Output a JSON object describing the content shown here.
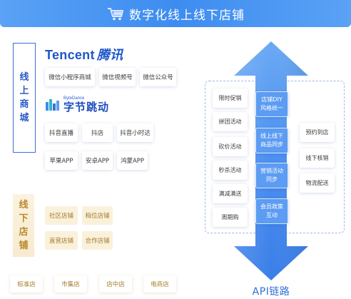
{
  "title": "数字化线上线下店铺",
  "online_label": "线上商城",
  "offline_label": "线下店铺",
  "tencent": {
    "logo_en": "Tencent",
    "logo_cn": "腾讯",
    "items": [
      "微信小程序商城",
      "微信视频号",
      "微信公众号"
    ]
  },
  "bytedance": {
    "logo_en": "ByteDance",
    "logo_cn": "字节跳动",
    "items_row1": [
      "抖音直播",
      "抖店",
      "抖音小时达"
    ],
    "items_row2": [
      "苹果APP",
      "安卓APP",
      "鸿蒙APP"
    ]
  },
  "offline_items": [
    "社区店铺",
    "档位店铺",
    "直营店铺",
    "合作店铺"
  ],
  "store_types": [
    "标准店",
    "市集店",
    "店中店",
    "电商店"
  ],
  "features_left": [
    "限时促销",
    "拼团活动",
    "砍价活动",
    "秒杀活动",
    "满减满送",
    "周期购"
  ],
  "features_center": [
    "店铺DIY\n风格统一",
    "线上线下\n商品同步",
    "营销活动\n同步",
    "会员政策\n互动"
  ],
  "features_right": [
    "预约到店",
    "线下核销",
    "物流配送"
  ],
  "api_label": "API链路",
  "colors": {
    "title_bar": "#3d8cf0",
    "online_accent": "#2d5cc4",
    "offline_accent": "#b9892c",
    "arrow": "#4a8ff0"
  }
}
